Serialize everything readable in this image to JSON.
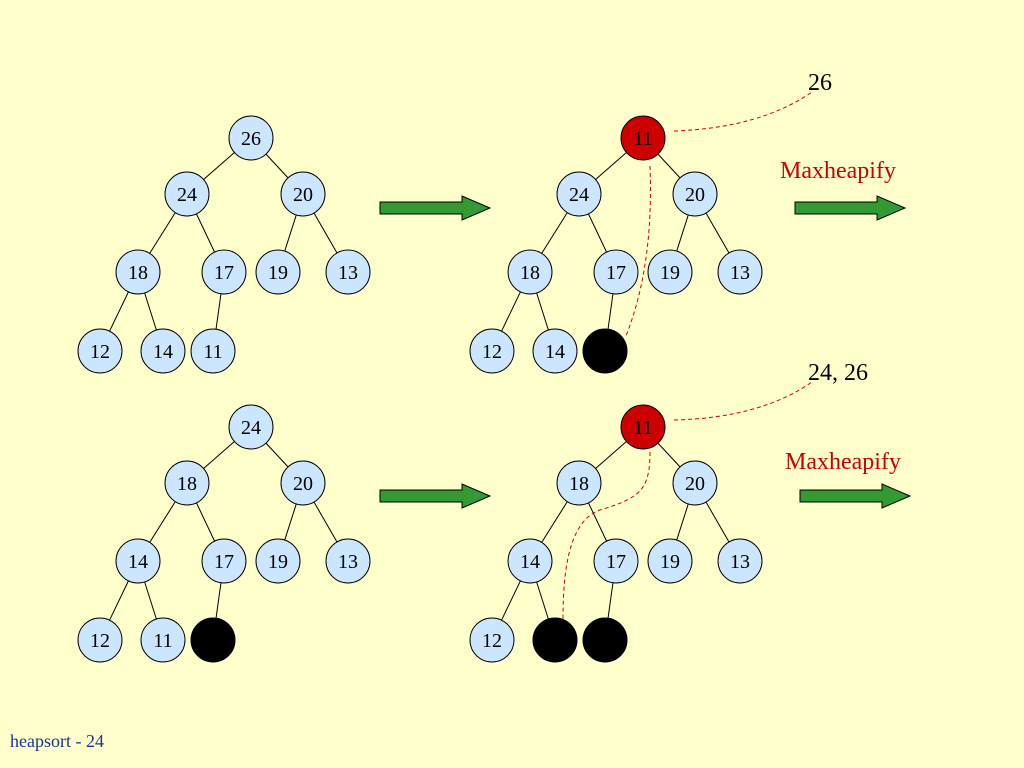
{
  "footer": "heapsort - 24",
  "annotations": {
    "removed_top": "26",
    "removed_bottom": "24, 26",
    "action_top": "Maxheapify",
    "action_bottom": "Maxheapify"
  },
  "colors": {
    "background": "#ffffcc",
    "node_fill": "#cce6ff",
    "highlight_node": "#cc0000",
    "empty_node": "#000000",
    "arrow": "#339933",
    "footer_text": "#1a3399"
  },
  "trees": [
    {
      "id": "tree-top-left",
      "nodes": [
        {
          "label": "26",
          "style": "normal"
        },
        {
          "label": "24",
          "style": "normal"
        },
        {
          "label": "20",
          "style": "normal"
        },
        {
          "label": "18",
          "style": "normal"
        },
        {
          "label": "17",
          "style": "normal"
        },
        {
          "label": "19",
          "style": "normal"
        },
        {
          "label": "13",
          "style": "normal"
        },
        {
          "label": "12",
          "style": "normal"
        },
        {
          "label": "14",
          "style": "normal"
        },
        {
          "label": "11",
          "style": "normal"
        }
      ]
    },
    {
      "id": "tree-top-right",
      "nodes": [
        {
          "label": "11",
          "style": "red"
        },
        {
          "label": "24",
          "style": "normal"
        },
        {
          "label": "20",
          "style": "normal"
        },
        {
          "label": "18",
          "style": "normal"
        },
        {
          "label": "17",
          "style": "normal"
        },
        {
          "label": "19",
          "style": "normal"
        },
        {
          "label": "13",
          "style": "normal"
        },
        {
          "label": "12",
          "style": "normal"
        },
        {
          "label": "14",
          "style": "normal"
        },
        {
          "label": "",
          "style": "black"
        }
      ]
    },
    {
      "id": "tree-bottom-left",
      "nodes": [
        {
          "label": "24",
          "style": "normal"
        },
        {
          "label": "18",
          "style": "normal"
        },
        {
          "label": "20",
          "style": "normal"
        },
        {
          "label": "14",
          "style": "normal"
        },
        {
          "label": "17",
          "style": "normal"
        },
        {
          "label": "19",
          "style": "normal"
        },
        {
          "label": "13",
          "style": "normal"
        },
        {
          "label": "12",
          "style": "normal"
        },
        {
          "label": "11",
          "style": "normal"
        },
        {
          "label": "",
          "style": "black"
        }
      ]
    },
    {
      "id": "tree-bottom-right",
      "nodes": [
        {
          "label": "11",
          "style": "red"
        },
        {
          "label": "18",
          "style": "normal"
        },
        {
          "label": "20",
          "style": "normal"
        },
        {
          "label": "14",
          "style": "normal"
        },
        {
          "label": "17",
          "style": "normal"
        },
        {
          "label": "19",
          "style": "normal"
        },
        {
          "label": "13",
          "style": "normal"
        },
        {
          "label": "12",
          "style": "normal"
        },
        {
          "label": "",
          "style": "black"
        },
        {
          "label": "",
          "style": "black"
        }
      ]
    }
  ]
}
